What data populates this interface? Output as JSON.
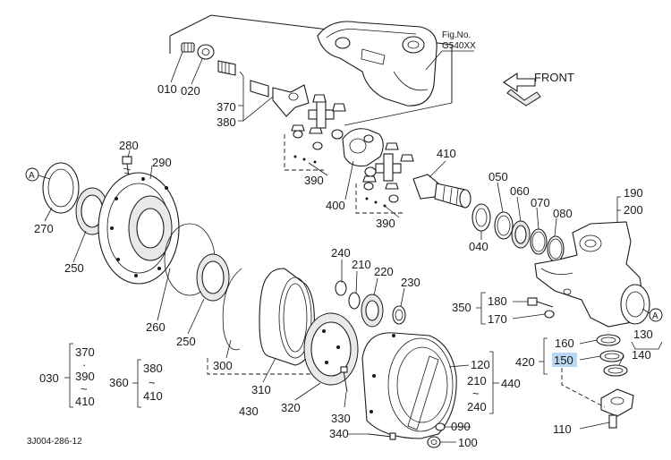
{
  "figure": {
    "fig_no_label": "Fig.No.",
    "fig_no_value": "G540XX",
    "front_label": "FRONT",
    "footer_code": "3J004-286-12",
    "circle_marker": "A",
    "highlight_color": "#b9d6f2"
  },
  "callouts": {
    "c010": "010",
    "c020": "020",
    "c370": "370",
    "c380": "380",
    "c390a": "390",
    "c390b": "390",
    "c400": "400",
    "c410": "410",
    "c280": "280",
    "c290": "290",
    "c270": "270",
    "c250a": "250",
    "c250b": "250",
    "c260": "260",
    "c300": "300",
    "c310": "310",
    "c320": "320",
    "c430": "430",
    "c240": "240",
    "c210": "210",
    "c220": "220",
    "c230": "230",
    "c330": "330",
    "c340": "340",
    "c050": "050",
    "c060": "060",
    "c070": "070",
    "c080": "080",
    "c040": "040",
    "c190": "190",
    "c200": "200",
    "c350": "350",
    "c180": "180",
    "c170": "170",
    "c160": "160",
    "c150": "150",
    "c140": "140",
    "c130": "130",
    "c420": "420",
    "c110": "110",
    "c120": "120",
    "c210b": "210",
    "c240b": "240",
    "c440": "440",
    "c090": "090",
    "c100": "100"
  },
  "groups": {
    "g030": {
      "label": "030",
      "top": "370",
      "mid": "390",
      "bot": "410"
    },
    "g360": {
      "label": "360",
      "top": "380",
      "bot": "410"
    }
  },
  "symbols": {
    "tilde": "~",
    "dot": "·"
  }
}
